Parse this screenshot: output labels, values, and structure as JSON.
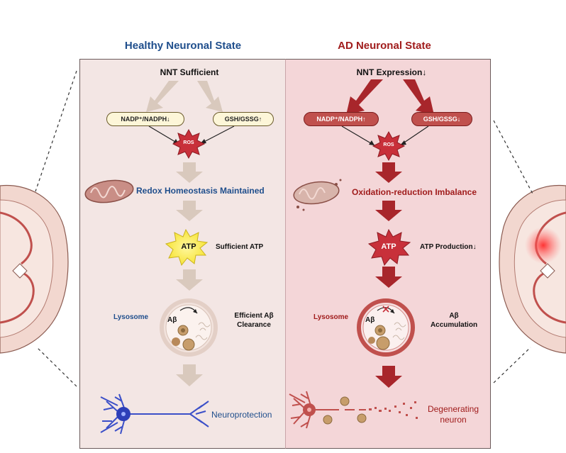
{
  "left": {
    "title": "Healthy Neuronal State",
    "nnt": "NNT Sufficient",
    "nadp": "NADP⁺/NADPH↓",
    "gsh": "GSH/GSSG↑",
    "ros": "ROS",
    "redox": "Redox Homeostasis Maintained",
    "atp": "ATP",
    "atp_label": "Sufficient ATP",
    "lysosome": "Lysosome",
    "abeta": "Aβ",
    "clearance_line1": "Efficient Aβ",
    "clearance_line2": "Clearance",
    "outcome": "Neuroprotection"
  },
  "right": {
    "title": "AD Neuronal State",
    "nnt": "NNT Expression↓",
    "nadp": "NADP⁺/NADPH↑",
    "gsh": "GSH/GSSG↓",
    "ros": "ROS",
    "redox": "Oxidation-reduction Imbalance",
    "atp": "ATP",
    "atp_label": "ATP Production↓",
    "lysosome": "Lysosome",
    "abeta": "Aβ",
    "accum_line1": "Aβ",
    "accum_line2": "Accumulation",
    "outcome_line1": "Degenerating",
    "outcome_line2": "neuron"
  },
  "colors": {
    "left_bg": "#f3e6e4",
    "right_bg": "#f4d6d8",
    "healthy_blue": "#1f4e8c",
    "ad_red": "#a01c1c",
    "arrow_beige": "#d9c9bd",
    "arrow_red": "#a8262b"
  }
}
